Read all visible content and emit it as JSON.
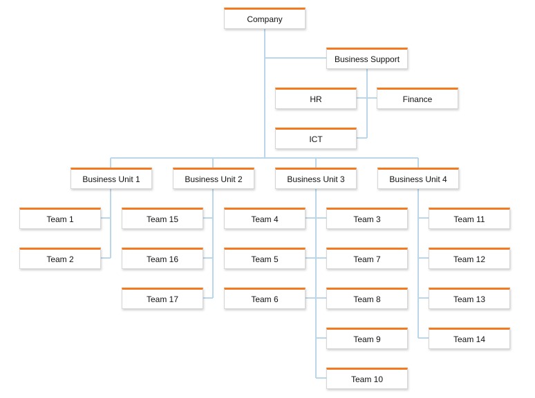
{
  "colors": {
    "accent": "#f5791f",
    "connector": "#b9d6ea"
  },
  "org_chart": {
    "root": {
      "label": "Company"
    },
    "support": {
      "label": "Business Support",
      "children": [
        {
          "label": "HR"
        },
        {
          "label": "Finance"
        },
        {
          "label": "ICT"
        }
      ]
    },
    "units": [
      {
        "label": "Business Unit 1",
        "teams": [
          {
            "label": "Team 1"
          },
          {
            "label": "Team 2"
          }
        ]
      },
      {
        "label": "Business Unit 2",
        "teams": [
          {
            "label": "Team 15"
          },
          {
            "label": "Team 16"
          },
          {
            "label": "Team 17"
          }
        ]
      },
      {
        "label": "Business Unit 3",
        "teams": [
          {
            "label": "Team 4"
          },
          {
            "label": "Team 3"
          },
          {
            "label": "Team 5"
          },
          {
            "label": "Team 7"
          },
          {
            "label": "Team 6"
          },
          {
            "label": "Team 8"
          },
          {
            "label": "Team 9"
          },
          {
            "label": "Team 10"
          }
        ]
      },
      {
        "label": "Business Unit 4",
        "teams": [
          {
            "label": "Team 11"
          },
          {
            "label": "Team 12"
          },
          {
            "label": "Team 13"
          },
          {
            "label": "Team 14"
          }
        ]
      }
    ]
  }
}
